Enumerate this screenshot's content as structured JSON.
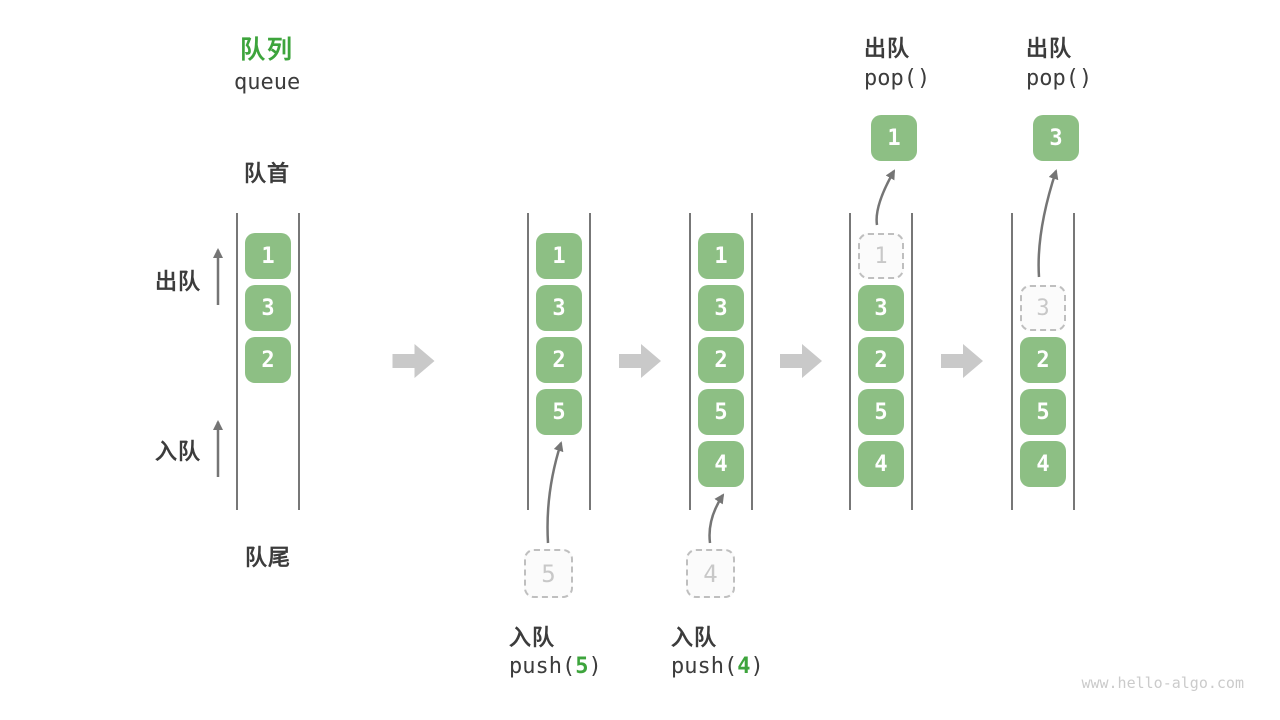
{
  "title": {
    "zh": "队列",
    "en": "queue"
  },
  "side_labels": {
    "front": "队首",
    "rear": "队尾",
    "dequeue": "出队",
    "enqueue": "入队"
  },
  "watermark": "www.hello-algo.com",
  "colors": {
    "cell_green": "#8DBF84",
    "accent_green": "#3DA43C",
    "text_dark": "#3C3C3C",
    "thin_arrow": "#757575",
    "block_arrow": "#C9C9C9",
    "channel_line": "#555555",
    "ghost_border": "#BFBFBF",
    "ghost_fill": "#FBFBFB",
    "ghost_text": "#C8C8C8",
    "watermark": "#CBCBCB"
  },
  "stages": [
    {
      "cells": [
        {
          "row": 0,
          "value": "1"
        },
        {
          "row": 1,
          "value": "3"
        },
        {
          "row": 2,
          "value": "2"
        }
      ]
    },
    {
      "cells": [
        {
          "row": 0,
          "value": "1"
        },
        {
          "row": 1,
          "value": "3"
        },
        {
          "row": 2,
          "value": "2"
        },
        {
          "row": 3,
          "value": "5"
        }
      ],
      "push": {
        "label": "入队",
        "code_before": "push(",
        "arg": "5",
        "code_after": ")",
        "staged_value": "5"
      }
    },
    {
      "cells": [
        {
          "row": 0,
          "value": "1"
        },
        {
          "row": 1,
          "value": "3"
        },
        {
          "row": 2,
          "value": "2"
        },
        {
          "row": 3,
          "value": "5"
        },
        {
          "row": 4,
          "value": "4"
        }
      ],
      "push": {
        "label": "入队",
        "code_before": "push(",
        "arg": "4",
        "code_after": ")",
        "staged_value": "4"
      }
    },
    {
      "cells": [
        {
          "row": 0,
          "value": "1",
          "ghost": true
        },
        {
          "row": 1,
          "value": "3"
        },
        {
          "row": 2,
          "value": "2"
        },
        {
          "row": 3,
          "value": "5"
        },
        {
          "row": 4,
          "value": "4"
        }
      ],
      "pop": {
        "label": "出队",
        "code": "pop()",
        "value": "1"
      }
    },
    {
      "cells": [
        {
          "row": 1,
          "value": "3",
          "ghost": true
        },
        {
          "row": 2,
          "value": "2"
        },
        {
          "row": 3,
          "value": "5"
        },
        {
          "row": 4,
          "value": "4"
        }
      ],
      "pop": {
        "label": "出队",
        "code": "pop()",
        "value": "3"
      }
    }
  ]
}
